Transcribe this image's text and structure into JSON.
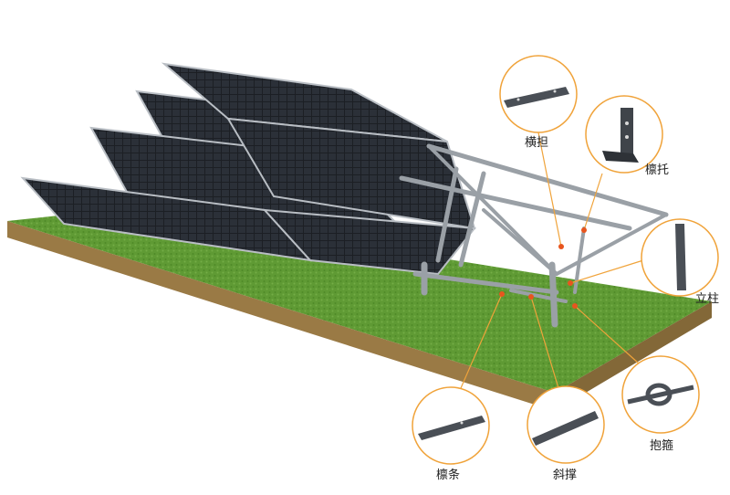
{
  "colors": {
    "callout_line": "#f0a33a",
    "marker": "#e8551e",
    "grass": "#5f9a34",
    "soil": "#9a7a45",
    "panel": "#1e2126",
    "frame": "#b9bec4",
    "steel": "#9aa0a6",
    "part": "#4a4f56"
  },
  "components": [
    {
      "id": "hengdan",
      "label": "横担",
      "icon": "crossbeam-icon"
    },
    {
      "id": "lintuo",
      "label": "檩托",
      "icon": "purlin-bracket-icon"
    },
    {
      "id": "lizhu",
      "label": "立柱",
      "icon": "column-post-icon"
    },
    {
      "id": "baogu",
      "label": "抱箍",
      "icon": "pipe-clamp-icon"
    },
    {
      "id": "xiecheng",
      "label": "斜撑",
      "icon": "diagonal-brace-icon"
    },
    {
      "id": "lintiao",
      "label": "檩条",
      "icon": "purlin-rail-icon"
    }
  ]
}
